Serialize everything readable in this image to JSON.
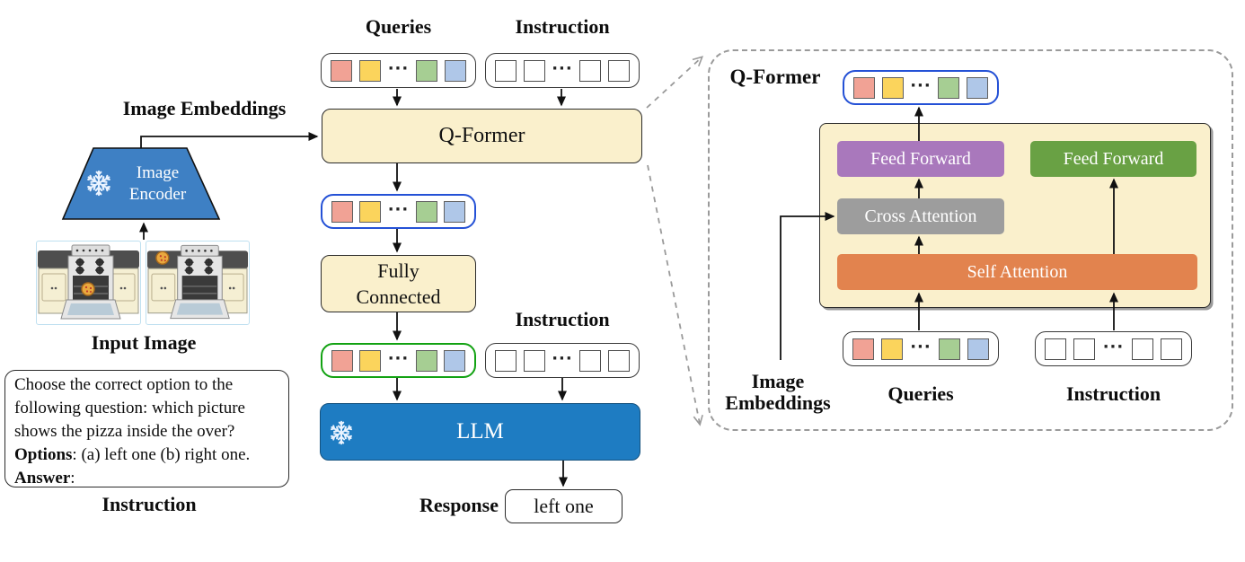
{
  "colors": {
    "cream": "#FAF0CC",
    "llm_blue": "#1E7CC2",
    "encoder_blue": "#3E80C4",
    "feed_forward_purple": "#A978BC",
    "feed_forward_green": "#69A144",
    "cross_attention_gray": "#9D9D9D",
    "self_attention_orange": "#E2834E",
    "query_ring_blue": "#2451D6",
    "output_ring_green": "#12A212",
    "dashed_callout_gray": "#9A9A9A"
  },
  "tokens": {
    "dots": "···",
    "colored": [
      "#F1A295",
      "#FBD45C",
      "#A6CE93",
      "#AFC7E8"
    ],
    "plain_fill": "#FFFFFF"
  },
  "main": {
    "queries_label": "Queries",
    "instruction_label_top": "Instruction",
    "qformer_label": "Q-Former",
    "fully_connected_label": "Fully Connected",
    "instruction_label_mid": "Instruction",
    "llm_label": "LLM",
    "response_label": "Response",
    "response_value": "left one",
    "image_embeddings_label": "Image Embeddings",
    "image_encoder_label": "Image Encoder",
    "input_image_caption": "Input Image",
    "instruction_caption": "Instruction",
    "instruction_box": {
      "line1": "Choose the correct option to the",
      "line2": "following question: which picture",
      "line3": "shows the pizza inside the over?",
      "options_label": "Options",
      "options_text": ": (a) left one (b) right one.",
      "answer_label": "Answer",
      "answer_colon": ":"
    }
  },
  "panel": {
    "title": "Q-Former",
    "feed_forward_left": "Feed Forward",
    "feed_forward_right": "Feed Forward",
    "cross_attention": "Cross Attention",
    "self_attention": "Self Attention",
    "queries_label": "Queries",
    "instruction_label": "Instruction",
    "image_embeddings_line1": "Image",
    "image_embeddings_line2": "Embeddings"
  }
}
